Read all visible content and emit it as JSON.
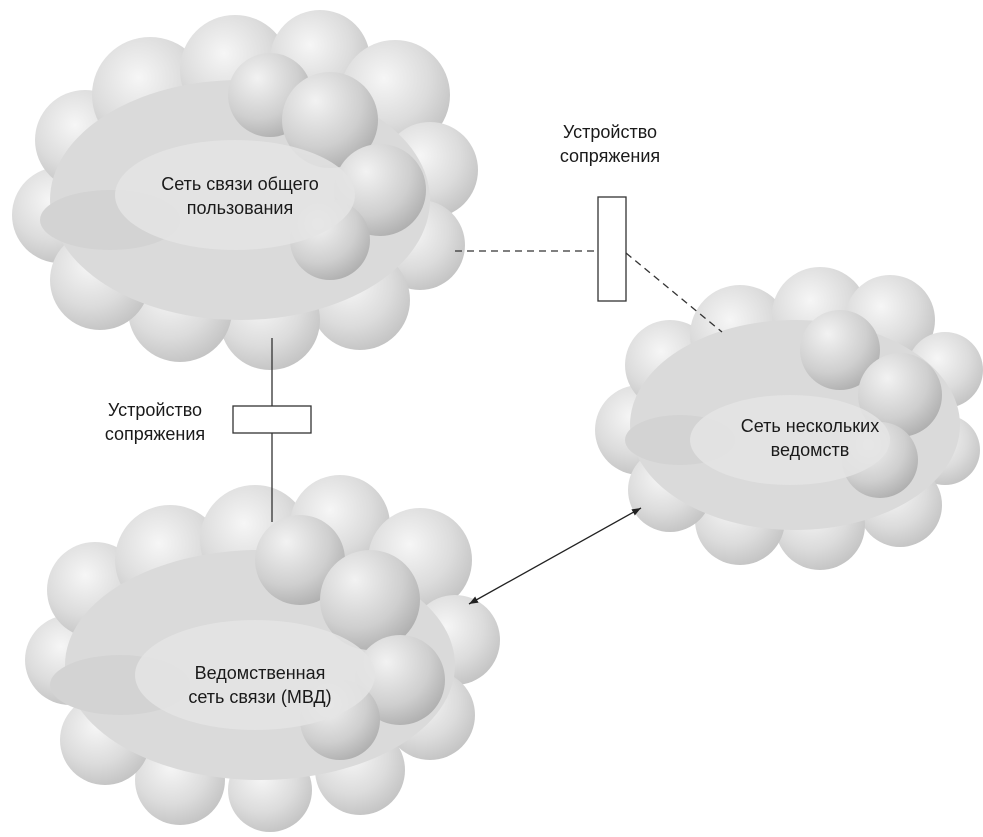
{
  "diagram": {
    "clouds": {
      "public": {
        "label_lines": [
          "Сеть связи общего",
          "пользования"
        ]
      },
      "mvd": {
        "label_lines": [
          "Ведомственная",
          "сеть связи (МВД)"
        ]
      },
      "multi": {
        "label_lines": [
          "Сеть нескольких",
          "ведомств"
        ]
      }
    },
    "devices": {
      "vertical": {
        "label_lines": [
          "Устройство",
          "сопряжения"
        ]
      },
      "horizontal": {
        "label_lines": [
          "Устройство",
          "сопряжения"
        ]
      }
    },
    "connections": [
      {
        "from": "public",
        "to": "mvd",
        "via": "horizontal",
        "style": "solid"
      },
      {
        "from": "public",
        "to": "multi",
        "via": "vertical",
        "style": "dashed"
      },
      {
        "from": "mvd",
        "to": "multi",
        "style": "bidirectional-arrow"
      }
    ],
    "colors": {
      "cloud_light": "#f4f4f4",
      "cloud_dark": "#b8b8b8",
      "line": "#333333"
    }
  }
}
